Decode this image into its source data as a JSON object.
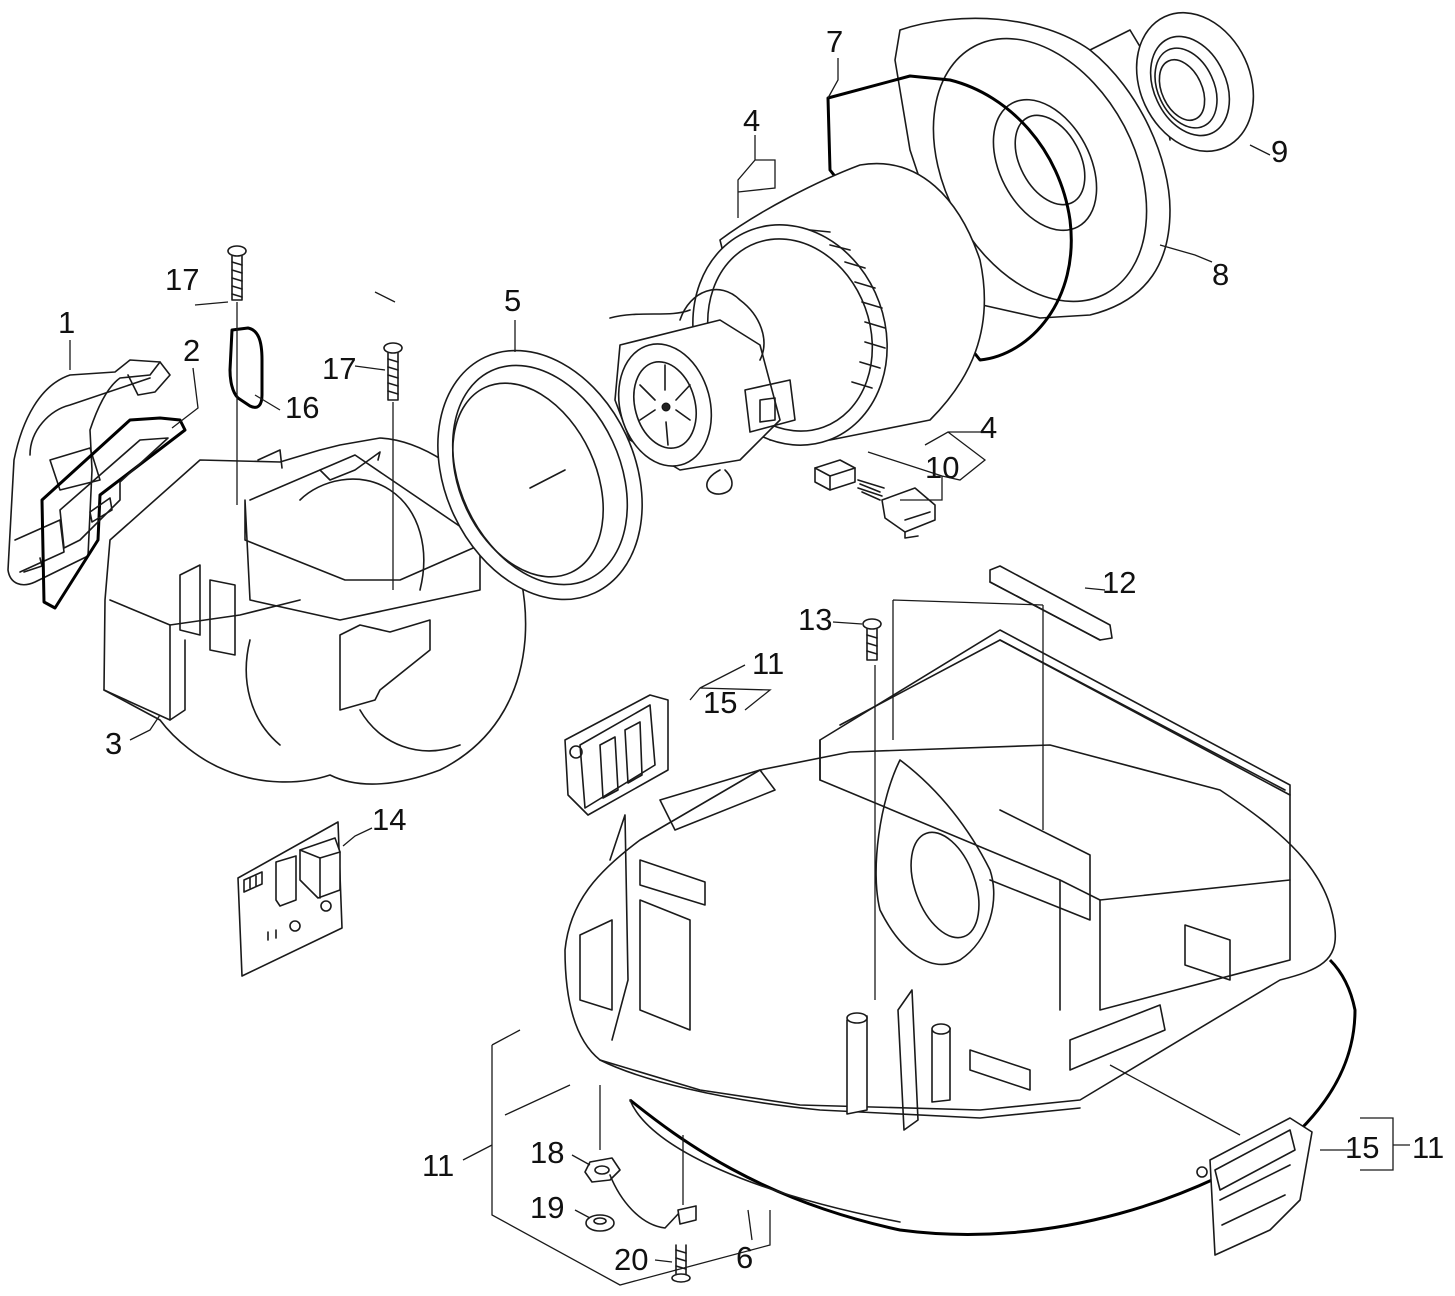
{
  "labels": [
    {
      "id": "p1",
      "text": "1"
    },
    {
      "id": "p2",
      "text": "2"
    },
    {
      "id": "p3",
      "text": "3"
    },
    {
      "id": "p4a",
      "text": "4"
    },
    {
      "id": "p4b",
      "text": "4"
    },
    {
      "id": "p5",
      "text": "5"
    },
    {
      "id": "p6",
      "text": "6"
    },
    {
      "id": "p7",
      "text": "7"
    },
    {
      "id": "p8",
      "text": "8"
    },
    {
      "id": "p9",
      "text": "9"
    },
    {
      "id": "p10",
      "text": "10"
    },
    {
      "id": "p11a",
      "text": "11"
    },
    {
      "id": "p11b",
      "text": "11"
    },
    {
      "id": "p11c",
      "text": "11"
    },
    {
      "id": "p12",
      "text": "12"
    },
    {
      "id": "p13",
      "text": "13"
    },
    {
      "id": "p14",
      "text": "14"
    },
    {
      "id": "p15a",
      "text": "15"
    },
    {
      "id": "p15b",
      "text": "15"
    },
    {
      "id": "p16",
      "text": "16"
    },
    {
      "id": "p17a",
      "text": "17"
    },
    {
      "id": "p17b",
      "text": "17"
    },
    {
      "id": "p18",
      "text": "18"
    },
    {
      "id": "p19",
      "text": "19"
    },
    {
      "id": "p20",
      "text": "20"
    }
  ]
}
